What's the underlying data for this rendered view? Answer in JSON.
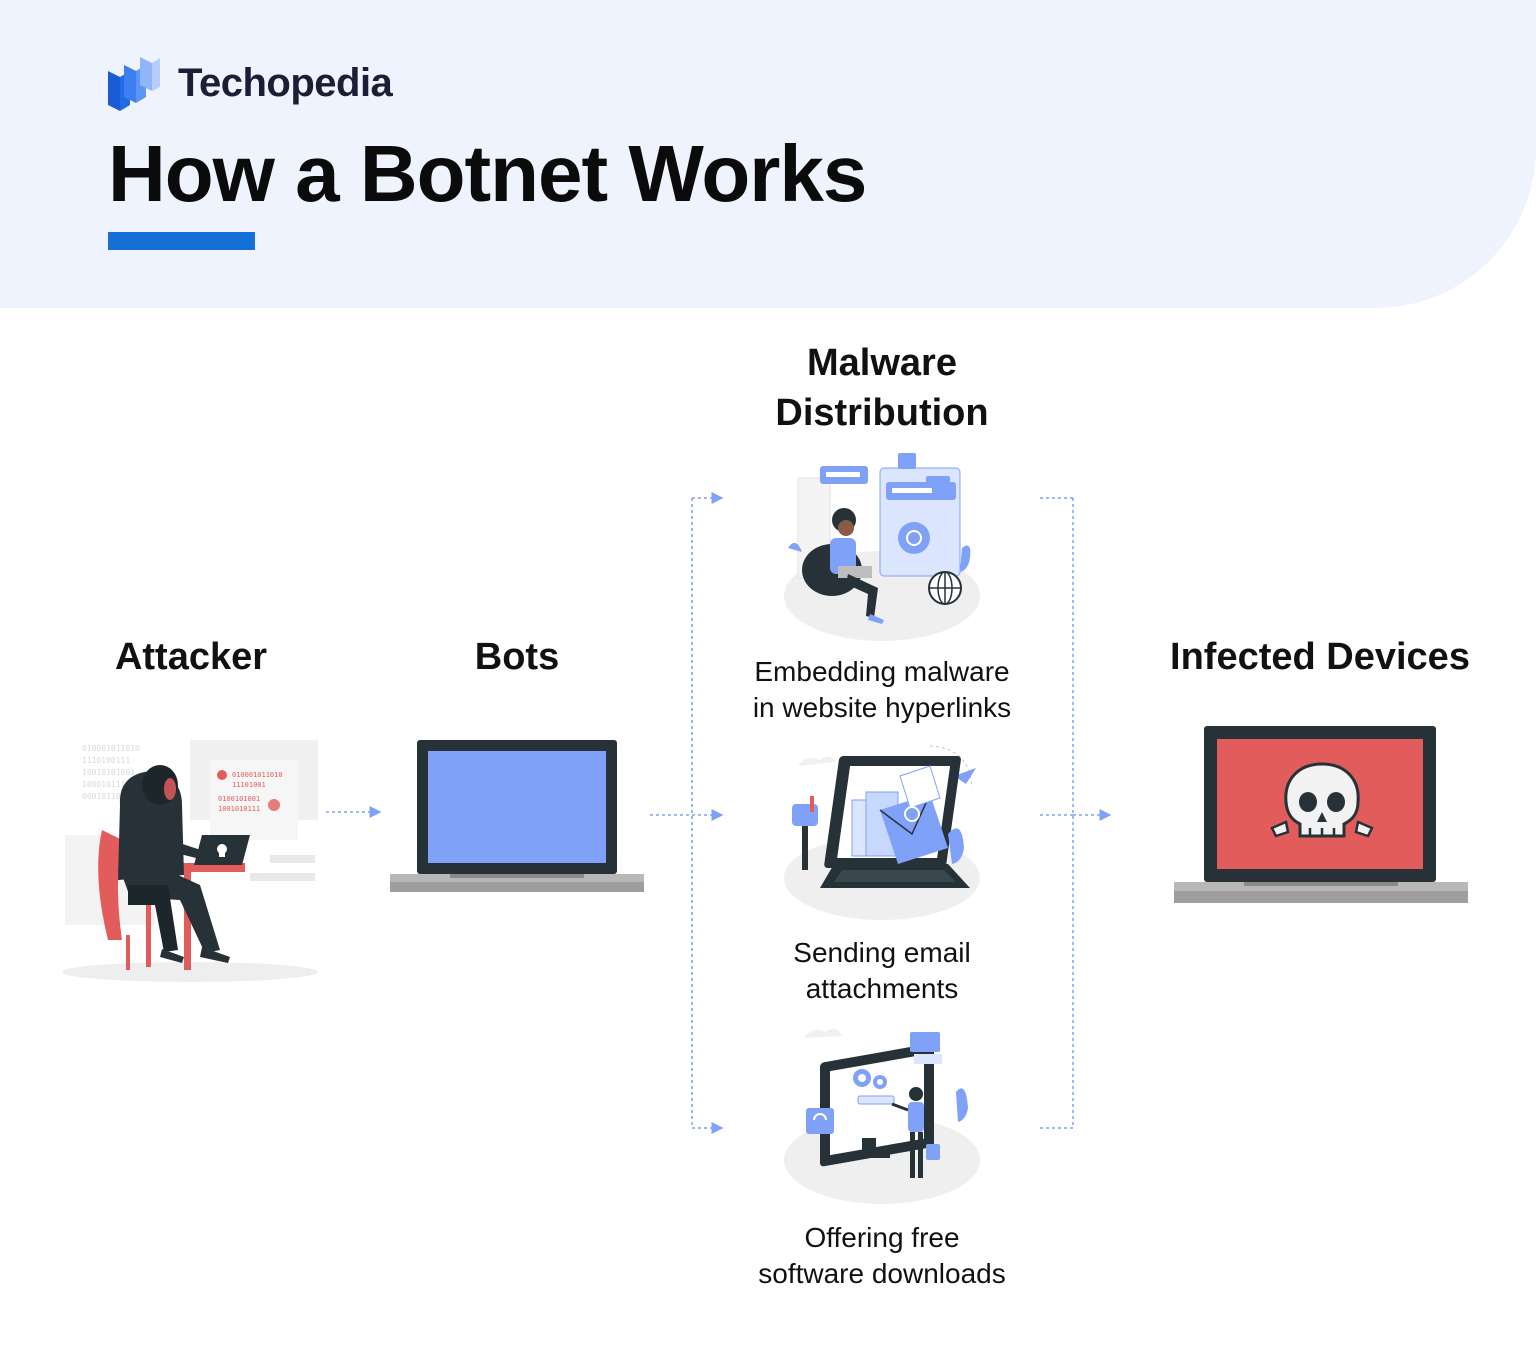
{
  "brand": {
    "name": "Techopedia"
  },
  "title": "How a Botnet Works",
  "colors": {
    "accent": "#1570d6",
    "periwinkle": "#7fa1f8",
    "laptop_dark": "#263238",
    "infected_red": "#e35c5c",
    "header_bg": "#eef3fd"
  },
  "nodes": {
    "attacker": {
      "label": "Attacker",
      "icon": "hacker-icon"
    },
    "bots": {
      "label": "Bots",
      "icon": "laptop-icon"
    },
    "malware": {
      "label_line1": "Malware",
      "label_line2": "Distribution",
      "methods": [
        {
          "line1": "Embedding malware",
          "line2": "in website hyperlinks",
          "icon": "website-links-icon"
        },
        {
          "line1": "Sending email",
          "line2": "attachments",
          "icon": "email-attachment-icon"
        },
        {
          "line1": "Offering free",
          "line2": "software downloads",
          "icon": "software-download-icon"
        }
      ]
    },
    "infected": {
      "label": "Infected Devices",
      "icon": "skull-laptop-icon"
    }
  }
}
